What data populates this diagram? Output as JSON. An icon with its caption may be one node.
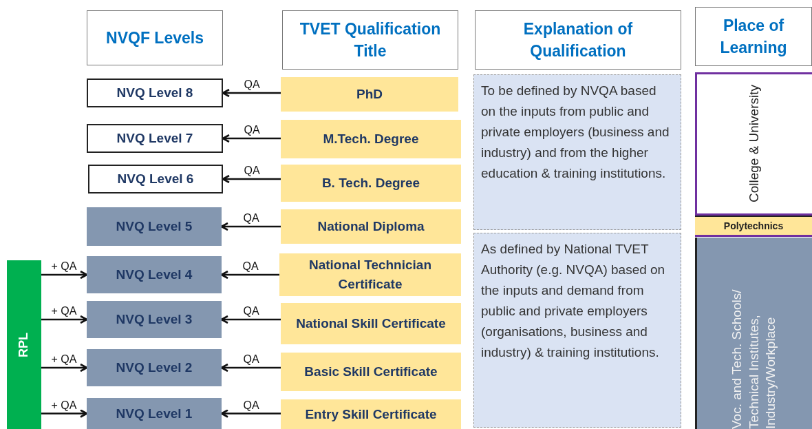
{
  "diagram": {
    "nodes": [
      {
        "text": [
          "NVQF Levels"
        ]
      },
      {
        "text": [
          "TVET Qualification Title"
        ]
      },
      {
        "text": [
          "Explanation of Qualification"
        ]
      },
      {
        "text": [
          "Place of Learning"
        ]
      },
      {
        "text": [
          "NVQ Level 8"
        ]
      },
      {
        "text": [
          "NVQ Level 7"
        ]
      },
      {
        "text": [
          "NVQ Level 6"
        ]
      },
      {
        "text": [
          "NVQ Level 5"
        ]
      },
      {
        "text": [
          "NVQ Level 4"
        ]
      },
      {
        "text": [
          "NVQ Level 3"
        ]
      },
      {
        "text": [
          "NVQ Level 2"
        ]
      },
      {
        "text": [
          "NVQ Level 1"
        ]
      },
      {
        "text": [
          "PhD"
        ]
      },
      {
        "text": [
          "M.Tech. Degree"
        ]
      },
      {
        "text": [
          "B. Tech. Degree"
        ]
      },
      {
        "text": [
          "National Diploma"
        ]
      },
      {
        "text": [
          "National Technician Certificate"
        ]
      },
      {
        "text": [
          "National Skill Certificate"
        ]
      },
      {
        "text": [
          "Basic Skill Certificate"
        ]
      },
      {
        "text": [
          "Entry Skill Certificate"
        ]
      },
      {
        "text": [
          "To be defined by NVQA based on the inputs from public and private employers (business and industry) and from the higher education & training institutions."
        ]
      },
      {
        "text": [
          "As defined by National TVET Authority (e.g. NVQA) based on the inputs and demand from public and private employers (organisations, business and industry) & training institutions."
        ]
      },
      {
        "text": [
          "College & University"
        ]
      },
      {
        "text": [
          "Polytechnics"
        ]
      },
      {
        "text": [
          "Voc. and Tech. Schools/ Technical Institutes, Industry/Workplace"
        ]
      },
      {
        "text": [
          "RPL"
        ]
      }
    ],
    "edges": [
      {
        "from": 12,
        "to": 4,
        "arrow": "to",
        "label": "QA"
      },
      {
        "from": 13,
        "to": 5,
        "arrow": "to",
        "label": "QA"
      },
      {
        "from": 14,
        "to": 6,
        "arrow": "to",
        "label": "QA"
      },
      {
        "from": 15,
        "to": 7,
        "arrow": "to",
        "label": "QA"
      },
      {
        "from": 16,
        "to": 8,
        "arrow": "to",
        "label": "QA"
      },
      {
        "from": 17,
        "to": 9,
        "arrow": "to",
        "label": "QA"
      },
      {
        "from": 18,
        "to": 10,
        "arrow": "to",
        "label": "QA"
      },
      {
        "from": 19,
        "to": 11,
        "arrow": "to",
        "label": "QA"
      },
      {
        "from": 25,
        "to": 8,
        "arrow": "to",
        "label": "+ QA"
      },
      {
        "from": 25,
        "to": 9,
        "arrow": "to",
        "label": "+ QA"
      },
      {
        "from": 25,
        "to": 10,
        "arrow": "to",
        "label": "+ QA"
      },
      {
        "from": 25,
        "to": 11,
        "arrow": "to",
        "label": "+ QA"
      }
    ]
  }
}
